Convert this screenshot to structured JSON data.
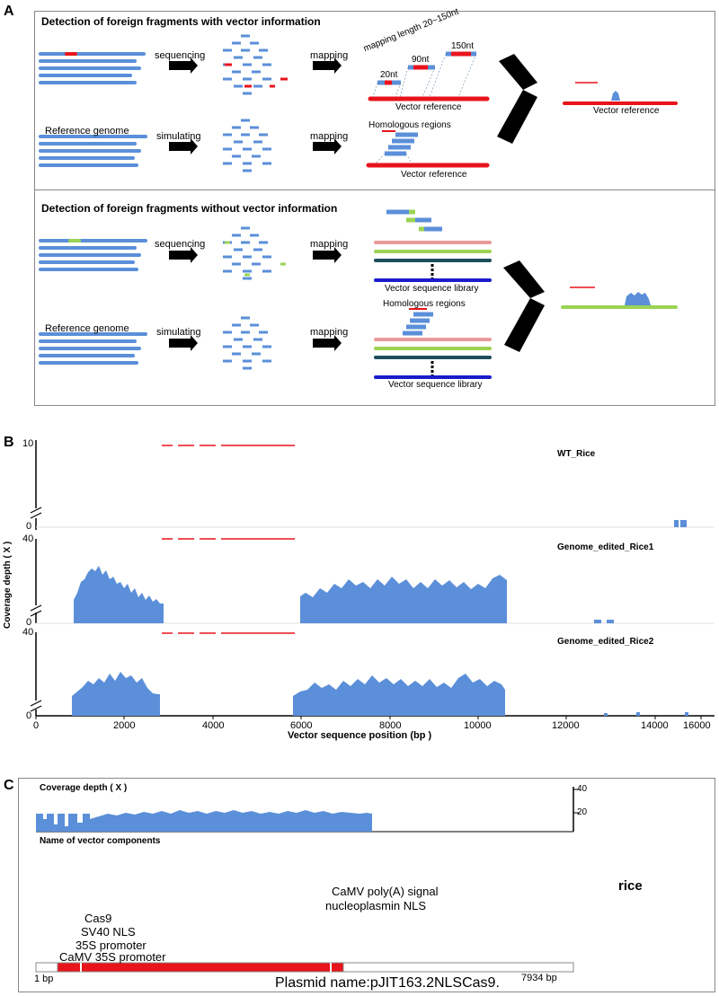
{
  "panelA": {
    "letter": "A",
    "top": {
      "title": "Detection of foreign fragments  with vector information",
      "sequencing": "sequencing",
      "mapping1": "mapping",
      "reference_genome": "Reference genome",
      "simulating": "simulating",
      "mapping2": "mapping",
      "mapping_length": "mapping length 20~150nt",
      "len20": "20nt",
      "len90": "90nt",
      "len150": "150nt",
      "vector_reference_1": "Vector reference",
      "homologous_regions": "Homologous regions",
      "vector_reference_2": "Vector reference",
      "vector_reference_result": "Vector reference"
    },
    "bottom": {
      "title": "Detection of foreign fragments  without vector information",
      "sequencing": "sequencing",
      "mapping1": "mapping",
      "reference_genome": "Reference genome",
      "simulating": "simulating",
      "mapping2": "mapping",
      "library_1": "Vector sequence library",
      "homologous_regions": "Homologous regions",
      "library_2": "Vector sequence library"
    }
  },
  "panelB": {
    "letter": "B",
    "ylabel": "Coverage depth ( X )",
    "xlabel": "Vector sequence position (bp )",
    "xticks": [
      "0",
      "2000",
      "4000",
      "6000",
      "8000",
      "10000",
      "12000",
      "14000",
      "16000"
    ],
    "tracks": [
      {
        "name": "WT_Rice",
        "ymax": "10",
        "ymin": "0"
      },
      {
        "name": "Genome_edited_Rice1",
        "ymax": "40",
        "ymin": "0"
      },
      {
        "name": "Genome_edited_Rice2",
        "ymax": "40",
        "ymin": "0"
      }
    ]
  },
  "panelC": {
    "letter": "C",
    "coverage_label": "Coverage depth ( X )",
    "tick40": "40",
    "tick20": "20",
    "components_label": "Name of vector components",
    "components": [
      "CaMV poly(A) signal",
      "nucleoplasmin NLS",
      "Cas9",
      "SV40 NLS",
      "35S promoter",
      "CaMV 35S promoter"
    ],
    "species": "rice",
    "start_bp": "1 bp",
    "end_bp": "7934 bp",
    "plasmid": "Plasmid name:pJIT163.2NLSCas9."
  },
  "colors": {
    "blue": "#5b8fd9",
    "red": "#e8141c",
    "green": "#9bd353",
    "pink": "#e89a9a",
    "dark": "#1e4d5c",
    "navy": "#1b1bcc"
  }
}
